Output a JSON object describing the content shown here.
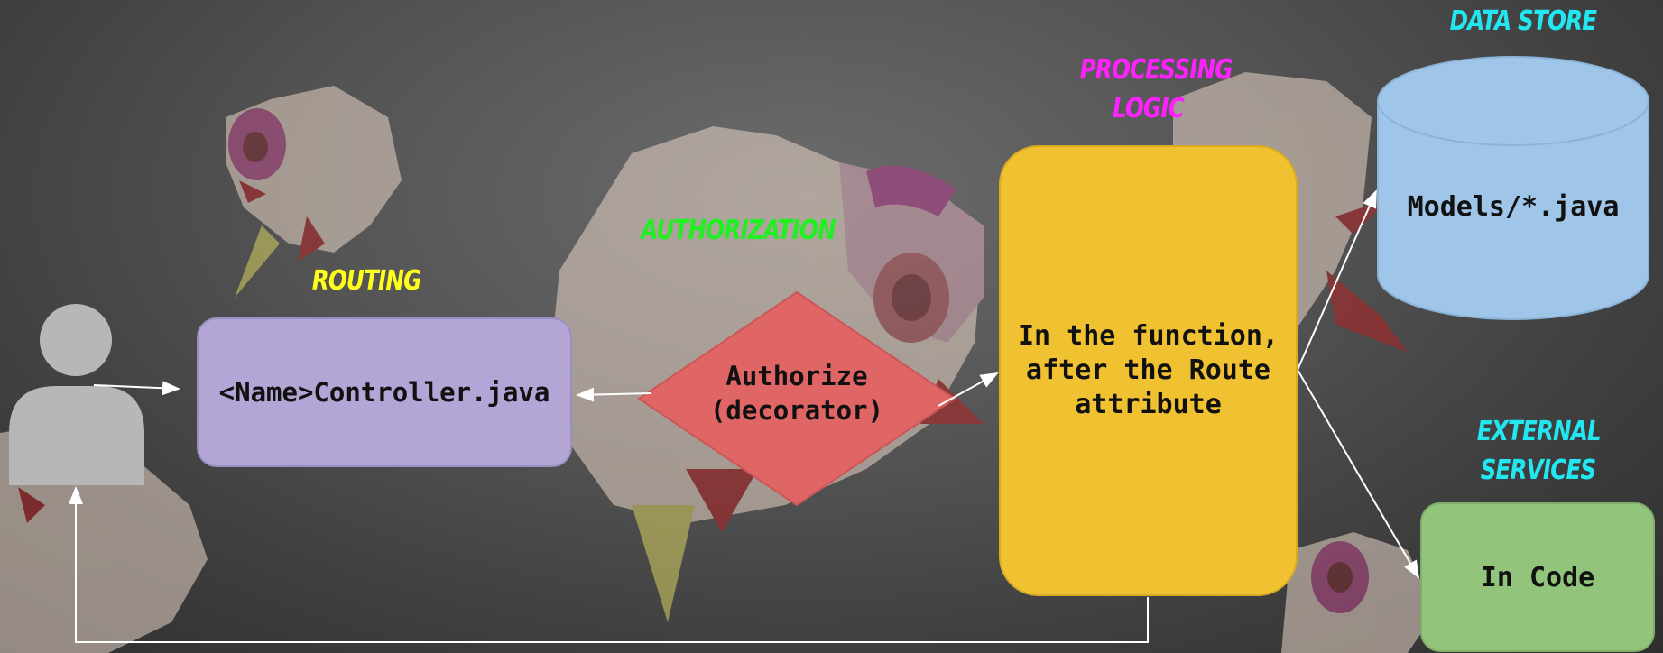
{
  "labels": {
    "routing": "ROUTING",
    "authorization": "AUTHORIZATION",
    "processing_line1": "PROCESSING",
    "processing_line2": "LOGIC",
    "data_store": "DATA STORE",
    "external_line1": "EXTERNAL",
    "external_line2": "SERVICES"
  },
  "nodes": {
    "routing": "<Name>Controller.java",
    "authorize_line1": "Authorize",
    "authorize_line2": "(decorator)",
    "processing": "In the function, after the Route attribute",
    "data_store": "Models/*.java",
    "external": "In Code"
  },
  "colors": {
    "routing_label": "#ffff1a",
    "authorization_label": "#22ee22",
    "processing_label": "#ff22ff",
    "data_store_label": "#22e6f0",
    "external_label": "#22e6f0",
    "routing_box": "#b3a6d6",
    "authorize_diamond": "#e06666",
    "processing_box": "#f0c131",
    "data_store_cylinder": "#9fc5e8",
    "external_box": "#92c57b",
    "user": "#b7b7b7",
    "arrows": "#ffffff"
  },
  "icons": [
    "user-icon",
    "database-cylinder-icon",
    "background-bird-art"
  ]
}
